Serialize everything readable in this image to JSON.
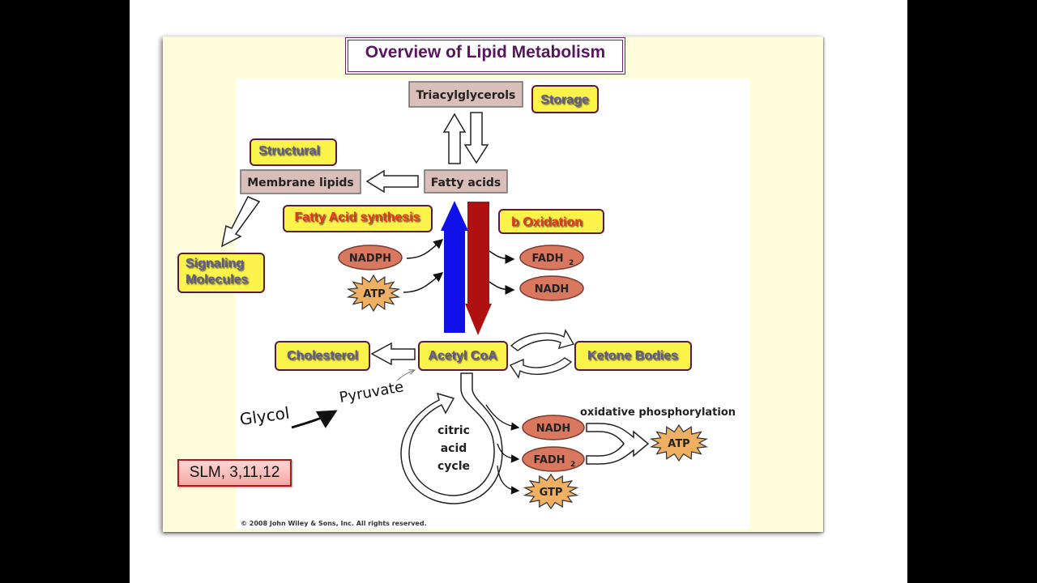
{
  "slide": {
    "title": "Overview of Lipid Metabolism",
    "reference": "SLM, 3,11,12",
    "copyright": "© 2008 John Wiley & Sons, Inc. All rights reserved."
  },
  "diagram": {
    "nodes": {
      "triacylglycerols": "Triacylglycerols",
      "fatty_acids": "Fatty acids",
      "membrane_lipids": "Membrane lipids",
      "acetyl_coa": "Acetyl CoA",
      "cholesterol": "Cholesterol",
      "ketone_bodies": "Ketone Bodies",
      "citric_acid_cycle": [
        "citric",
        "acid",
        "cycle"
      ],
      "oxidative_phosphorylation": "oxidative phosphorylation"
    },
    "labels": {
      "storage": "Storage",
      "structural": "Structural",
      "signaling": [
        "Signaling",
        "Molecules"
      ],
      "fatty_acid_synthesis": "Fatty Acid synthesis",
      "b_oxidation": "b Oxidation"
    },
    "cofactors": {
      "nadph": "NADPH",
      "atp_synthesis": "ATP",
      "fadh2_beta": "FADH",
      "nadh_beta": "NADH",
      "nadh_tca": "NADH",
      "fadh2_tca": "FADH",
      "gtp": "GTP",
      "atp_oxphos": "ATP",
      "subscript": "2"
    },
    "handwriting": {
      "glycol": "Glycol",
      "pyruvate": "Pyruvate"
    },
    "colors": {
      "synthesis_arrow": "#1010e8",
      "oxidation_arrow": "#b01010",
      "node_box": "#d9bfb8",
      "label_box": "#fbf34a",
      "label_border": "#5a1a40",
      "cofactor_ellipse": "#d9775f",
      "star": "#efb064"
    }
  }
}
